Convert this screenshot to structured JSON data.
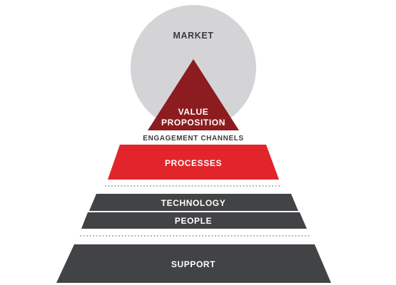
{
  "diagram": {
    "market": {
      "label": "MARKET",
      "color": "#d4d4d6"
    },
    "value_proposition": {
      "label_line1": "VALUE",
      "label_line2": "PROPOSITION",
      "color": "#8c1c1f"
    },
    "engagement_channels": {
      "label": "ENGAGEMENT CHANNELS"
    },
    "processes": {
      "label": "PROCESSES",
      "color": "#e1252b"
    },
    "technology": {
      "label": "TECHNOLOGY",
      "color": "#424345"
    },
    "people": {
      "label": "PEOPLE",
      "color": "#424345"
    },
    "support": {
      "label": "SUPPORT",
      "color": "#424345"
    },
    "text_dark": "#3a3b3d",
    "text_light": "#ffffff",
    "divider_color": "#8a8b8d"
  }
}
